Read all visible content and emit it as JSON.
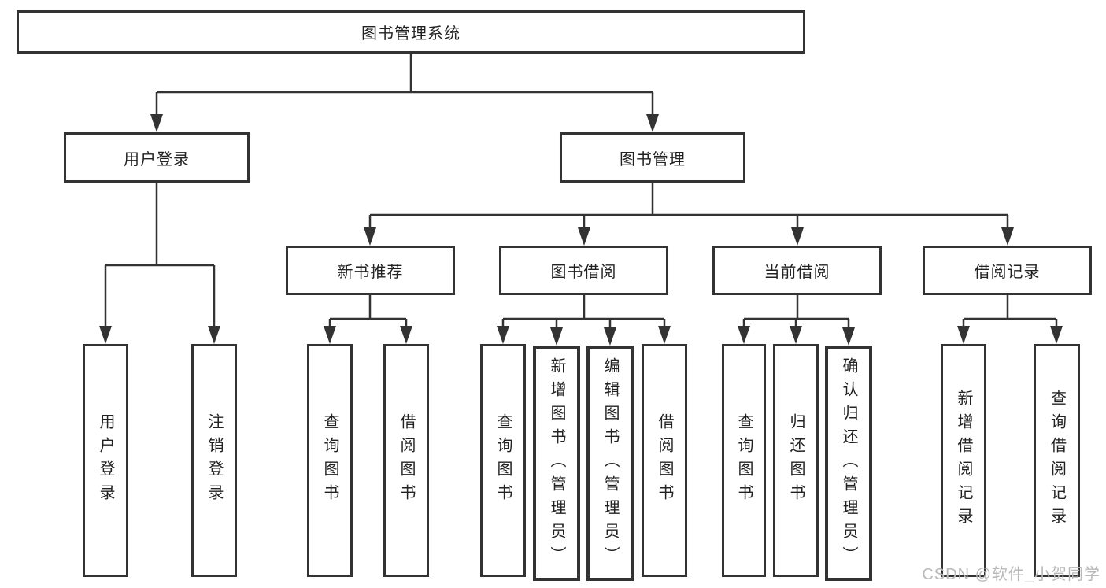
{
  "diagram_title": "图书管理系统",
  "colors": {
    "line": "#333333",
    "text": "#222222",
    "box_background": "#ffffff",
    "watermark": "#b9b9b9",
    "page_background": "#ffffff"
  },
  "tree": {
    "root": {
      "label": "图书管理系统",
      "children": {
        "user_login": {
          "label": "用户登录",
          "children": {
            "login": {
              "label": "用户登录"
            },
            "logout": {
              "label": "注销登录"
            }
          }
        },
        "book_management": {
          "label": "图书管理",
          "children": {
            "new_book_rec": {
              "label": "新书推荐",
              "children": {
                "query_books": {
                  "label": "查询图书"
                },
                "borrow_books": {
                  "label": "借阅图书"
                }
              }
            },
            "book_borrow": {
              "label": "图书借阅",
              "children": {
                "query_books": {
                  "label": "查询图书"
                },
                "add_book": {
                  "label": "新增图书（管理员）"
                },
                "edit_book": {
                  "label": "编辑图书（管理员）"
                },
                "borrow_books": {
                  "label": "借阅图书"
                }
              }
            },
            "current_borrow": {
              "label": "当前借阅",
              "children": {
                "query_books": {
                  "label": "查询图书"
                },
                "return_book": {
                  "label": "归还图书"
                },
                "confirm_return": {
                  "label": "确认归还（管理员）"
                }
              }
            },
            "borrow_records": {
              "label": "借阅记录",
              "children": {
                "add_record": {
                  "label": "新增借阅记录"
                },
                "query_record": {
                  "label": "查询借阅记录"
                }
              }
            }
          }
        }
      }
    }
  },
  "watermark": {
    "text": "CSDN @软件_小贺同学"
  }
}
